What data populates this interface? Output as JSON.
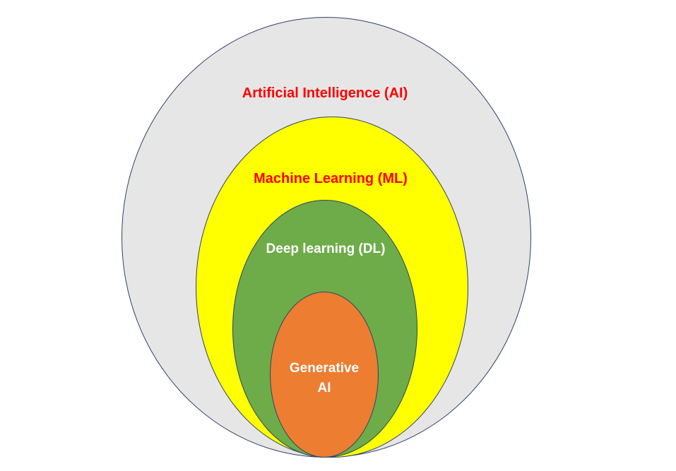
{
  "diagram": {
    "background_color": "#FFFFFF",
    "outline_color": "#2E4369",
    "rings": [
      {
        "id": "artificial-intelligence",
        "label": "Artificial Intelligence (AI)",
        "fill_color": "#E7E6E6",
        "label_color": "#FF0000"
      },
      {
        "id": "machine-learning",
        "label": "Machine Learning (ML)",
        "fill_color": "#FFFF00",
        "label_color": "#FF0000"
      },
      {
        "id": "deep-learning",
        "label": "Deep learning (DL)",
        "fill_color": "#6EAC49",
        "label_color": "#FFFFFF"
      },
      {
        "id": "generative-ai",
        "label": "Generative AI",
        "label_lines": [
          "Generative",
          "AI"
        ],
        "fill_color": "#ED7D31",
        "label_color": "#FFFFFF"
      }
    ]
  }
}
